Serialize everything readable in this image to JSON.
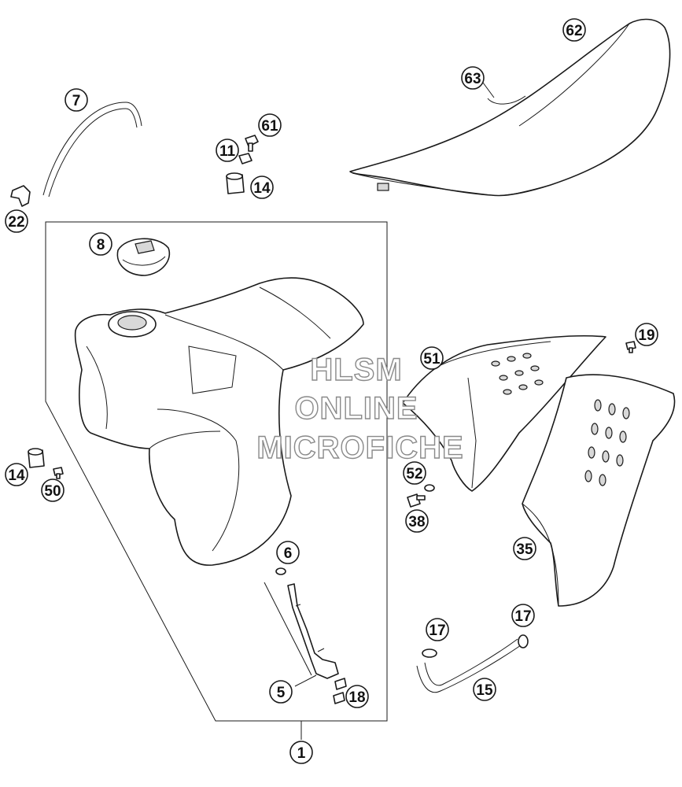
{
  "watermark": {
    "line1": "HLSM",
    "line2": "ONLINE",
    "line3": "MICROFICHE"
  },
  "callouts": [
    {
      "id": "c1",
      "label": "1"
    },
    {
      "id": "c5",
      "label": "5"
    },
    {
      "id": "c6",
      "label": "6"
    },
    {
      "id": "c7",
      "label": "7"
    },
    {
      "id": "c8",
      "label": "8"
    },
    {
      "id": "c11",
      "label": "11"
    },
    {
      "id": "c14a",
      "label": "14"
    },
    {
      "id": "c14b",
      "label": "14"
    },
    {
      "id": "c15",
      "label": "15"
    },
    {
      "id": "c17a",
      "label": "17"
    },
    {
      "id": "c17b",
      "label": "17"
    },
    {
      "id": "c18",
      "label": "18"
    },
    {
      "id": "c19",
      "label": "19"
    },
    {
      "id": "c22",
      "label": "22"
    },
    {
      "id": "c35",
      "label": "35"
    },
    {
      "id": "c38",
      "label": "38"
    },
    {
      "id": "c50",
      "label": "50"
    },
    {
      "id": "c51",
      "label": "51"
    },
    {
      "id": "c52",
      "label": "52"
    },
    {
      "id": "c61",
      "label": "61"
    },
    {
      "id": "c62",
      "label": "62"
    },
    {
      "id": "c63",
      "label": "63"
    }
  ]
}
